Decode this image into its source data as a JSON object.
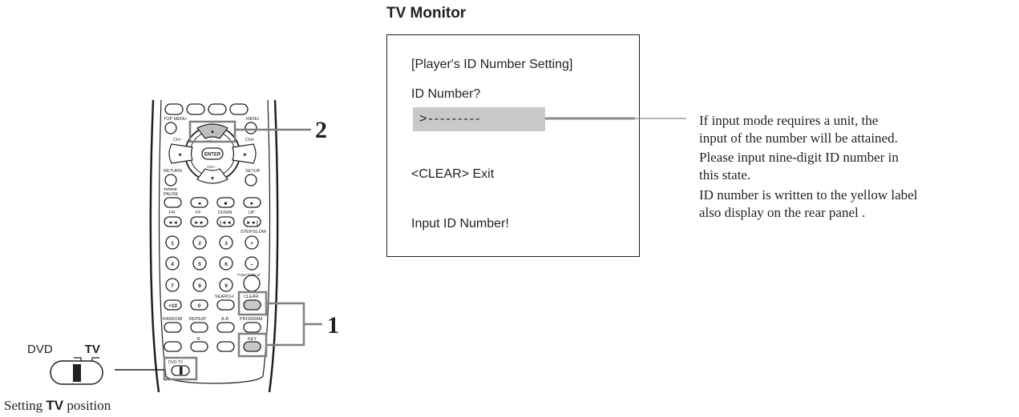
{
  "tv_monitor": {
    "title": "TV Monitor",
    "screen": {
      "heading": "[Player's ID Number Setting]",
      "prompt": "ID Number?",
      "input_value": ">---------",
      "exit_hint": "<CLEAR>  Exit",
      "instruction": "Input ID Number!"
    }
  },
  "notes": {
    "line1": "If input mode requires a unit, the",
    "line2": "input of the number will be attained.",
    "line3": "Please input nine-digit ID number in",
    "line4": "this state.",
    "line5": "ID number is written to the yellow label",
    "line6": "also display on the rear panel ."
  },
  "callouts": {
    "step_2": "2",
    "step_1": "1"
  },
  "switch": {
    "left_label": "DVD",
    "right_label": "TV",
    "caption_prefix": "Setting ",
    "caption_bold": "TV",
    "caption_suffix": " position"
  },
  "remote": {
    "labels": {
      "top_menu": "TOP MENU",
      "menu": "MENU",
      "ch_minus": "CH–",
      "ch_plus": "CH+",
      "vol_plus": "VOL+",
      "vol_minus": "VOL–",
      "enter": "ENTER",
      "return": "RETURN",
      "setup": "SETUP",
      "tv_vcr": "TV/VCR",
      "pause": "PAUSE",
      "fr": "FR",
      "ff": "FF",
      "down": "DOWN",
      "up": "UP",
      "step_slow": "STEP/SLOW",
      "function_m": "FUNCTION M",
      "search": "SEARCH",
      "clear": "CLEAR",
      "random": "RANDOM",
      "repeat": "REPEAT",
      "a_b": "A-B",
      "program": "PROGRAM",
      "b": "B",
      "key": "KEY",
      "dvd_tv": "DVD  TV"
    },
    "digits": [
      "1",
      "2",
      "3",
      "4",
      "5",
      "6",
      "7",
      "8",
      "9",
      "+10",
      "0"
    ]
  },
  "colors": {
    "ink": "#231f20",
    "highlight_gray": "#c8c8c8",
    "frame_gray": "#7f7f7f"
  }
}
